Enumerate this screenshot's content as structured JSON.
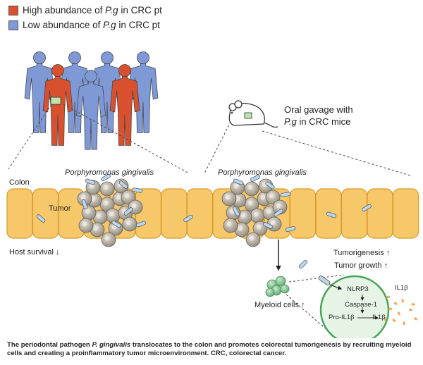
{
  "legend": {
    "high": {
      "label_pre": "High abundance of ",
      "label_species": "P.g",
      "label_post": " in CRC pt",
      "color": "#d9502f"
    },
    "low": {
      "label_pre": "Low abundance of ",
      "label_species": "P.g",
      "label_post": " in CRC pt",
      "color": "#7f98d6"
    }
  },
  "labels": {
    "colon": "Colon",
    "species_left": "Porphyromonas gingivalis",
    "species_right": "Porphyromonas gingivalis",
    "tumor": "Tumor",
    "host_survival": "Host survival",
    "tumorigenesis": "Tumorigenesis",
    "tumor_growth": "Tumor growth",
    "myeloid": "Myeloid cells",
    "nlrp3": "NLRP3",
    "caspase": "Caspase-1",
    "pro_il1b": "Pro-IL1β",
    "il1b_inner": "IL1β",
    "il1b_outer": "IL1β",
    "arrow_up": "↑",
    "arrow_down": "↓"
  },
  "oral": {
    "line1": "Oral gavage with",
    "species": "P.g",
    "line2_post": " in CRC mice"
  },
  "caption": {
    "pre": "The periodontal pathogen ",
    "species": "P. gingivalis",
    "post": " translocates to the colon and promotes colorectal tumorigenesis by recruiting myeloid cells and creating a proinflammatory tumor microenvironment. CRC, colorectal cancer."
  },
  "colors": {
    "colon_fill": "#f7c86a",
    "colon_stroke": "#d99a2b",
    "tumor_cell": "#b9b2a6",
    "bacteria": "#bcd6e8",
    "myeloid": "#8fc79a",
    "inflammasome_fill": "#e6f4e6",
    "inflammasome_stroke": "#4aa35a",
    "il1b_dots": "#f0a95a"
  }
}
